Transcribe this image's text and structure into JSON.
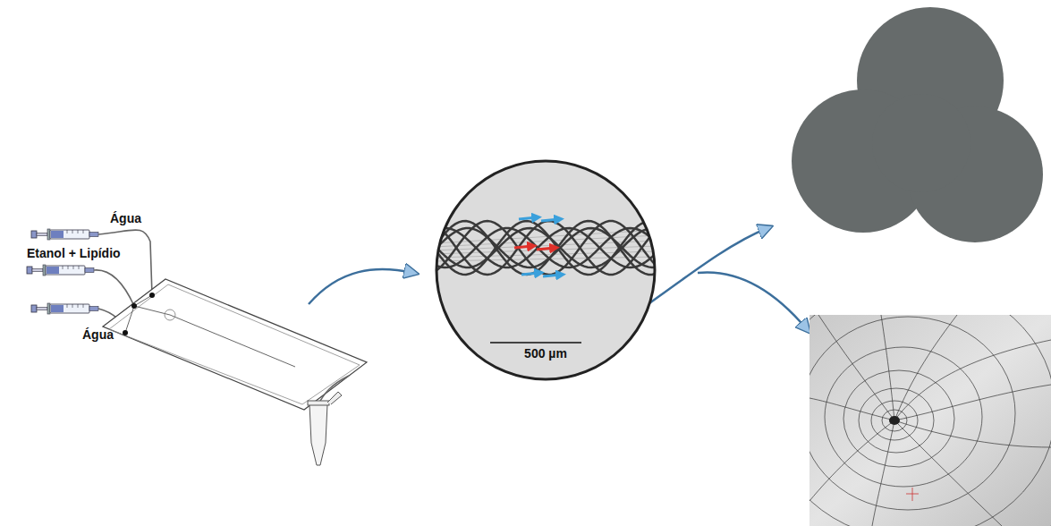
{
  "diagram": {
    "nodes": [
      {
        "text": [
          "500 µm"
        ]
      }
    ],
    "labels": [
      "Água",
      "Etanol + Lipídio",
      "Água"
    ]
  }
}
